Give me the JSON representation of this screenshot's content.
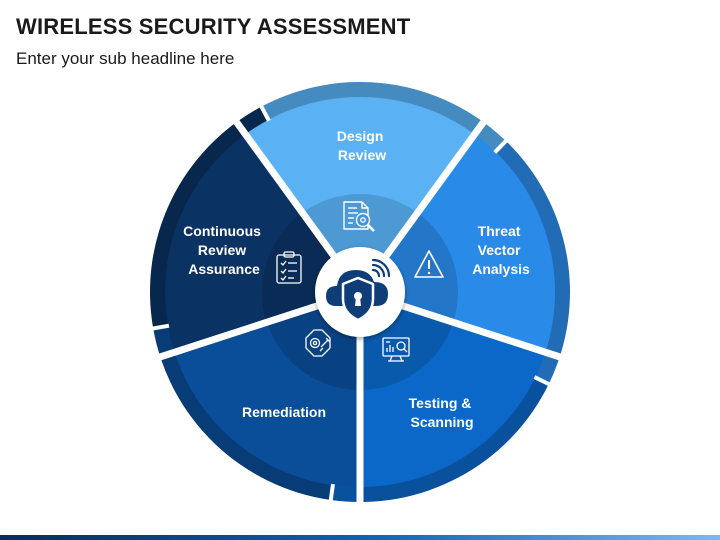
{
  "header": {
    "title": "WIRELESS SECURITY ASSESSMENT",
    "subtitle": "Enter your sub headline here"
  },
  "center": {
    "icon": "cloud-shield-lock-wifi-icon"
  },
  "segments": [
    {
      "lines": [
        "Design",
        "Review"
      ],
      "icon": "document-magnifier-icon",
      "color": "#5ab2f5"
    },
    {
      "lines": [
        "Threat",
        "Vector",
        "Analysis"
      ],
      "icon": "warning-triangle-icon",
      "color": "#2a8ae8"
    },
    {
      "lines": [
        "Testing &",
        "Scanning"
      ],
      "icon": "analytics-screen-icon",
      "color": "#0b68c8"
    },
    {
      "lines": [
        "Remediation"
      ],
      "icon": "gear-wrench-icon",
      "color": "#0a4d98"
    },
    {
      "lines": [
        "Continuous",
        "Review",
        "Assurance"
      ],
      "icon": "clipboard-checklist-icon",
      "color": "#0a3263"
    }
  ]
}
